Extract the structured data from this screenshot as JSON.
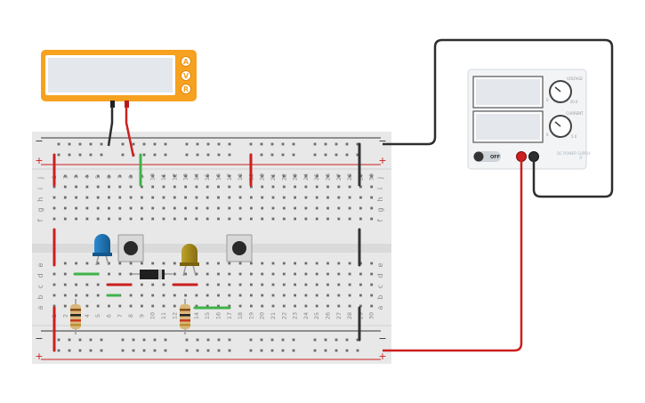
{
  "multimeter": {
    "buttons": [
      "A",
      "V",
      "R"
    ],
    "selected": "V",
    "body_color": "#f6a11f",
    "display_color": "#e4e8ec"
  },
  "power_supply": {
    "voltage_label": "VOLTAGE",
    "current_label": "CURRENT",
    "voltage_knob_marks": [
      "0",
      "30.0"
    ],
    "current_knob_marks": [
      "0",
      "5.0"
    ],
    "power_switch_label": "OFF",
    "brand": "DC POWER SUPPLY",
    "terminal_colors": [
      "#cc1f1f",
      "#2e2e2e"
    ]
  },
  "breadboard": {
    "columns": [
      "1",
      "2",
      "3",
      "4",
      "5",
      "6",
      "7",
      "8",
      "9",
      "10",
      "11",
      "12",
      "13",
      "14",
      "15",
      "16",
      "17",
      "18",
      "19",
      "20",
      "21",
      "22",
      "23",
      "24",
      "25",
      "26",
      "27",
      "28",
      "29",
      "30"
    ],
    "rows_top": [
      "j",
      "i",
      "h",
      "g",
      "f"
    ],
    "rows_bottom": [
      "e",
      "d",
      "c",
      "b",
      "a"
    ],
    "rail_labels": {
      "minus": "−",
      "plus": "+"
    },
    "colors": {
      "board": "#e8e8e8",
      "rail_red": "#cc1f1f",
      "rail_black": "#333333"
    }
  },
  "components": {
    "leds": [
      {
        "name": "blue-led",
        "color": "#1b74b7"
      },
      {
        "name": "yellow-led",
        "color": "#a68a17"
      }
    ],
    "pushbuttons": [
      "pushbutton-1",
      "pushbutton-2"
    ],
    "diode": "diode",
    "resistors": [
      "resistor-1",
      "resistor-2"
    ]
  },
  "wires": {
    "red": "#cc1f1f",
    "black": "#333333",
    "green": "#3fb34a",
    "dark": "#2e2e2e"
  }
}
